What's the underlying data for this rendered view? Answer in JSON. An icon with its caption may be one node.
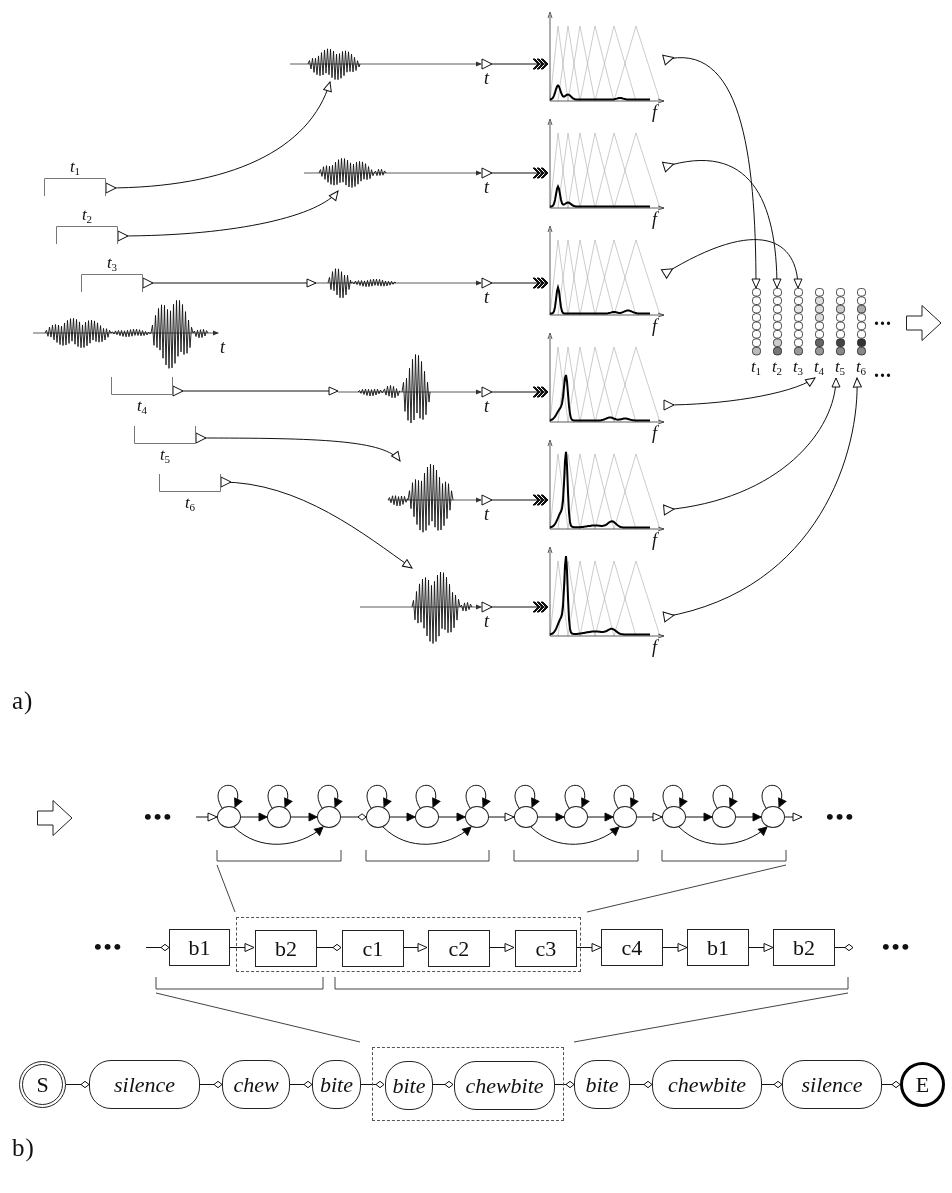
{
  "diagram": {
    "nodes": [
      {
        "text": [],
        "shape": "picture",
        "beside": [
          "t"
        ]
      },
      {
        "text": [
          "*t*$_{1}$"
        ]
      },
      {
        "text": [
          "*t*$_{2}$"
        ]
      },
      {
        "text": [
          "*t*$_{3}$"
        ]
      },
      {
        "text": [
          "*t*$_{4}$"
        ]
      },
      {
        "text": [
          "*t*$_{5}$"
        ]
      },
      {
        "text": [
          "*t*$_{6}$"
        ]
      },
      {
        "text": [],
        "shape": "picture",
        "beside": [
          "t"
        ]
      },
      {
        "text": [],
        "shape": "picture",
        "beside": [
          "t"
        ]
      },
      {
        "text": [],
        "shape": "picture",
        "beside": [
          "t"
        ]
      },
      {
        "text": [],
        "shape": "picture",
        "beside": [
          "t"
        ]
      },
      {
        "text": [],
        "shape": "picture",
        "beside": [
          "t"
        ]
      },
      {
        "text": [],
        "shape": "picture",
        "beside": [
          "t"
        ]
      },
      {
        "text": [],
        "shape": "picture",
        "beside": [
          "f"
        ]
      },
      {
        "text": [],
        "shape": "picture",
        "beside": [
          "f"
        ]
      },
      {
        "text": [],
        "shape": "picture",
        "beside": [
          "f"
        ]
      },
      {
        "text": [],
        "shape": "picture",
        "beside": [
          "f"
        ]
      },
      {
        "text": [],
        "shape": "picture",
        "beside": [
          "f"
        ]
      },
      {
        "text": [],
        "shape": "picture",
        "beside": [
          "f"
        ]
      },
      {
        "text": [
          "*t*$_{1}$"
        ]
      },
      {
        "text": [
          "*t*$_{2}$"
        ]
      },
      {
        "text": [
          "*t*$_{3}$"
        ]
      },
      {
        "text": [
          "*t*$_{4}$"
        ]
      },
      {
        "text": [
          "*t*$_{5}$"
        ]
      },
      {
        "text": [
          "*t*$_{6}$"
        ]
      },
      {
        "text": [],
        "shape": "circle"
      },
      {
        "text": [],
        "shape": "circle"
      },
      {
        "text": [],
        "shape": "circle"
      },
      {
        "text": [],
        "shape": "circle"
      },
      {
        "text": [],
        "shape": "circle"
      },
      {
        "text": [],
        "shape": "circle"
      },
      {
        "text": [],
        "shape": "circle"
      },
      {
        "text": [],
        "shape": "circle"
      },
      {
        "text": [],
        "shape": "circle"
      },
      {
        "text": [],
        "shape": "circle"
      },
      {
        "text": [],
        "shape": "circle"
      },
      {
        "text": [],
        "shape": "circle"
      },
      {
        "text": [
          "b1"
        ]
      },
      {
        "text": [],
        "shape": "box"
      },
      {
        "text": [
          "b2"
        ],
        "in": 38
      },
      {
        "text": [
          "c1"
        ],
        "in": 38
      },
      {
        "text": [
          "c2"
        ],
        "in": 38
      },
      {
        "text": [
          "c3"
        ],
        "in": 38
      },
      {
        "text": [
          "c4"
        ]
      },
      {
        "text": [
          "b1"
        ]
      },
      {
        "text": [
          "b2"
        ]
      },
      {
        "text": [
          "S"
        ]
      },
      {
        "text": [
          "silence"
        ]
      },
      {
        "text": [
          "chew"
        ]
      },
      {
        "text": [
          "bite"
        ]
      },
      {
        "text": [],
        "shape": "box"
      },
      {
        "text": [
          "bite"
        ],
        "in": 50
      },
      {
        "text": [
          "chewbite"
        ],
        "in": 50
      },
      {
        "text": [
          "bite"
        ]
      },
      {
        "text": [
          "chewbite"
        ]
      },
      {
        "text": [
          "silence"
        ]
      },
      {
        "text": [
          "E"
        ]
      }
    ],
    "edges": [
      {
        "from": 1,
        "to": 7,
        "arrow": "to"
      },
      {
        "from": 2,
        "to": 8,
        "arrow": "to"
      },
      {
        "from": 3,
        "to": 9,
        "arrow": "to"
      },
      {
        "from": 4,
        "to": 10,
        "arrow": "to"
      },
      {
        "from": 5,
        "to": 11,
        "arrow": "to"
      },
      {
        "from": 6,
        "to": 12,
        "arrow": "to"
      },
      {
        "from": 7,
        "to": 13,
        "arrow": "to"
      },
      {
        "from": 8,
        "to": 14,
        "arrow": "to"
      },
      {
        "from": 9,
        "to": 15,
        "arrow": "to"
      },
      {
        "from": 10,
        "to": 16,
        "arrow": "to"
      },
      {
        "from": 11,
        "to": 17,
        "arrow": "to"
      },
      {
        "from": 12,
        "to": 18,
        "arrow": "to"
      },
      {
        "from": 13,
        "to": 19,
        "arrow": "to"
      },
      {
        "from": 14,
        "to": 20,
        "arrow": "to"
      },
      {
        "from": 15,
        "to": 21,
        "arrow": "to"
      },
      {
        "from": 16,
        "to": 22,
        "arrow": "to"
      },
      {
        "from": 17,
        "to": 23,
        "arrow": "to"
      },
      {
        "from": 18,
        "to": 24,
        "arrow": "to"
      },
      {
        "from": null,
        "to": 25,
        "arrow": "to"
      },
      {
        "from": 25,
        "to": 25,
        "arrow": "to"
      },
      {
        "from": 25,
        "to": 26,
        "arrow": "to"
      },
      {
        "from": 26,
        "to": 26,
        "arrow": "to"
      },
      {
        "from": 26,
        "to": 27,
        "arrow": "to"
      },
      {
        "from": 27,
        "to": 27,
        "arrow": "to"
      },
      {
        "from": 25,
        "to": 27,
        "arrow": "to"
      },
      {
        "from": 27,
        "to": 28,
        "arrow": "other"
      },
      {
        "from": 28,
        "to": 28,
        "arrow": "to"
      },
      {
        "from": 28,
        "to": 29,
        "arrow": "to"
      },
      {
        "from": 29,
        "to": 29,
        "arrow": "to"
      },
      {
        "from": 29,
        "to": 30,
        "arrow": "to"
      },
      {
        "from": 30,
        "to": 30,
        "arrow": "to"
      },
      {
        "from": 28,
        "to": 30,
        "arrow": "to"
      },
      {
        "from": 30,
        "to": 31,
        "arrow": "to"
      },
      {
        "from": 31,
        "to": 31,
        "arrow": "to"
      },
      {
        "from": 31,
        "to": 32,
        "arrow": "to"
      },
      {
        "from": 32,
        "to": 32,
        "arrow": "to"
      },
      {
        "from": 32,
        "to": 33,
        "arrow": "to"
      },
      {
        "from": 33,
        "to": 33,
        "arrow": "to"
      },
      {
        "from": 31,
        "to": 33,
        "arrow": "to"
      },
      {
        "from": 33,
        "to": 34,
        "arrow": "to"
      },
      {
        "from": 34,
        "to": 34,
        "arrow": "to"
      },
      {
        "from": 34,
        "to": 35,
        "arrow": "to"
      },
      {
        "from": 35,
        "to": 35,
        "arrow": "to"
      },
      {
        "from": 35,
        "to": 36,
        "arrow": "to"
      },
      {
        "from": 36,
        "to": 36,
        "arrow": "to"
      },
      {
        "from": 34,
        "to": 36,
        "arrow": "to"
      },
      {
        "from": 36,
        "to": null,
        "arrow": "to"
      },
      {
        "from": null,
        "to": 37,
        "arrow": "other"
      },
      {
        "from": 37,
        "to": 39,
        "arrow": "to"
      },
      {
        "from": 39,
        "to": 40,
        "arrow": "other"
      },
      {
        "from": 40,
        "to": 41,
        "arrow": "to"
      },
      {
        "from": 41,
        "to": 42,
        "arrow": "to"
      },
      {
        "from": 42,
        "to": 43,
        "arrow": "to"
      },
      {
        "from": 43,
        "to": 44,
        "arrow": "to"
      },
      {
        "from": 44,
        "to": 45,
        "arrow": "to"
      },
      {
        "from": 45,
        "to": null,
        "arrow": "other"
      },
      {
        "from": 46,
        "to": 47,
        "arrow": "other"
      },
      {
        "from": 47,
        "to": 48,
        "arrow": "other"
      },
      {
        "from": 48,
        "to": 49,
        "arrow": "other"
      },
      {
        "from": 49,
        "to": 51,
        "arrow": "other"
      },
      {
        "from": 51,
        "to": 52,
        "arrow": "other"
      },
      {
        "from": 52,
        "to": 53,
        "arrow": "other"
      },
      {
        "from": 53,
        "to": 54,
        "arrow": "other"
      },
      {
        "from": 54,
        "to": 55,
        "arrow": "other"
      },
      {
        "from": 55,
        "to": 56,
        "arrow": "other"
      }
    ],
    "labels": [
      "...",
      "...",
      "a)",
      "•••",
      "•••",
      "•••",
      "•••",
      "b)"
    ]
  }
}
